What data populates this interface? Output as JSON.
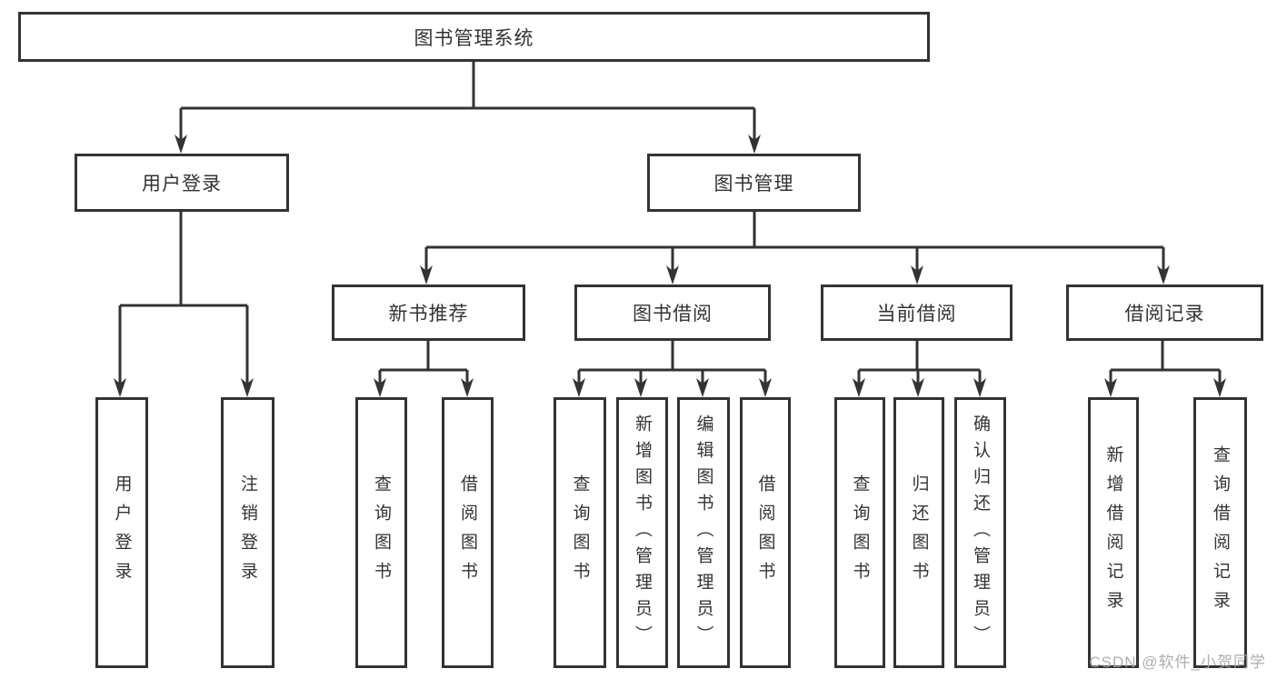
{
  "tree": {
    "root": {
      "label": "图书管理系统",
      "children": [
        {
          "label": "用户登录",
          "children": [
            {
              "label": "用户登录"
            },
            {
              "label": "注销登录"
            }
          ]
        },
        {
          "label": "图书管理",
          "children": [
            {
              "label": "新书推荐",
              "children": [
                {
                  "label": "查询图书"
                },
                {
                  "label": "借阅图书"
                }
              ]
            },
            {
              "label": "图书借阅",
              "children": [
                {
                  "label": "查询图书"
                },
                {
                  "label": "新增图书（管理员）"
                },
                {
                  "label": "编辑图书（管理员）"
                },
                {
                  "label": "借阅图书"
                }
              ]
            },
            {
              "label": "当前借阅",
              "children": [
                {
                  "label": "查询图书"
                },
                {
                  "label": "归还图书"
                },
                {
                  "label": "确认归还（管理员）"
                }
              ]
            },
            {
              "label": "借阅记录",
              "children": [
                {
                  "label": "新增借阅记录"
                },
                {
                  "label": "查询借阅记录"
                }
              ]
            }
          ]
        }
      ]
    }
  },
  "watermark": {
    "text": "CSDN @软件_小贺同学"
  },
  "colors": {
    "line": "#333333",
    "text": "#333333",
    "watermark": "#a5a5a5",
    "background": "#ffffff"
  }
}
